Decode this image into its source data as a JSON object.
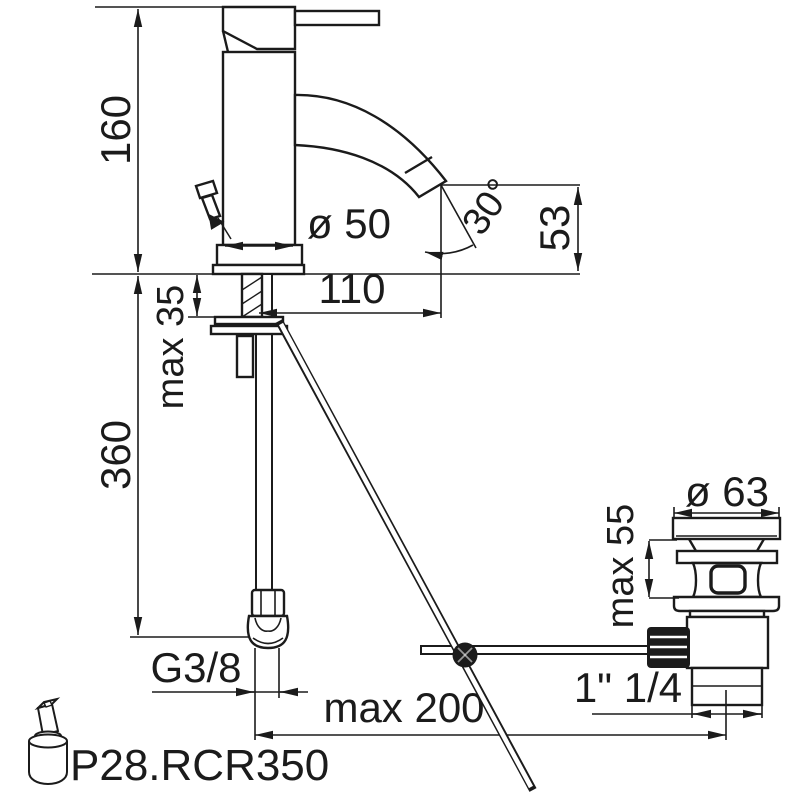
{
  "drawing": {
    "model": "P28.RCR350",
    "ink_color": "#1b1b1b",
    "background_color": "#ffffff",
    "type": "faucet technical dimension drawing",
    "dimensions": {
      "height_above_deck": "160",
      "spout_outlet_height": "53",
      "spout_angle": "30°",
      "body_diameter": "ø 50",
      "spout_reach": "110",
      "deck_thickness_max": "max 35",
      "hose_length": "360",
      "drain_flange_diameter": "ø 63",
      "drain_deck_max": "max 55",
      "supply_thread": "G3/8",
      "rod_reach_max": "max 200",
      "waste_thread": "1\" 1/4"
    }
  }
}
